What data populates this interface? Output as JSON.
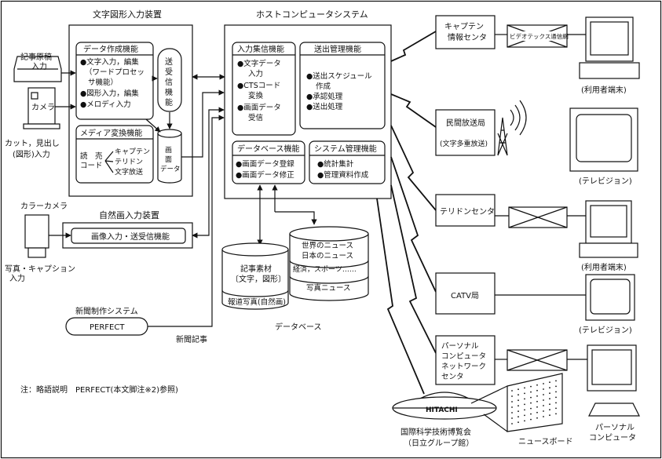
{
  "input_device": {
    "title": "文字図形入力装置",
    "data_creation": {
      "title": "データ作成機能",
      "items": [
        "●文字入力，編集",
        "（ワードプロセッ",
        "サ機能）",
        "●図形入力，編集",
        "●メロディ入力"
      ]
    },
    "media_conversion": {
      "title": "メディア変換機能",
      "reading_code": [
        "読　売",
        "コード"
      ],
      "targets": [
        "キャプテン",
        "テリドン",
        "文字放送"
      ]
    },
    "tx_rx_function": [
      "送",
      "受",
      "信",
      "機",
      "能"
    ],
    "screen_data": [
      "画",
      "面",
      "データ"
    ]
  },
  "inputs": {
    "manuscript": [
      "記事原稿",
      "入力"
    ],
    "camera": "カメラ",
    "cut_caption": [
      "カット，見出し",
      "(図形)入力"
    ],
    "color_camera": "カラーカメラ",
    "photo_caption": [
      "写真・キャプション",
      "入力"
    ]
  },
  "natural_image": {
    "title": "自然画入力装置",
    "function": "画像入力・送受信機能"
  },
  "newspaper": {
    "title": "新聞制作システム",
    "system": "PERFECT",
    "article": "新聞記事"
  },
  "host": {
    "title": "ホストコンピュータシステム",
    "collection": {
      "title": "入力集信機能",
      "items": [
        "●文字データ",
        "入力",
        "●CTSコード",
        "変換",
        "●画面データ",
        "受信"
      ]
    },
    "dispatch": {
      "title": "送出管理機能",
      "items": [
        "●送出スケジュール",
        "作成",
        "●承認処理",
        "●送出処理"
      ]
    },
    "database_fn": {
      "title": "データベース機能",
      "items": [
        "●画面データ登録",
        "●画面データ修正"
      ]
    },
    "system_mgmt": {
      "title": "システム管理機能",
      "items": [
        "●統計集計",
        "●管理資料作成"
      ]
    }
  },
  "database": {
    "label": "データベース",
    "db1": [
      "記事素材",
      "〔文字，図形〕",
      "報道写真(自然画)"
    ],
    "db2": [
      "世界のニュース",
      "日本のニュース",
      "経済，スポーツ……",
      "写真ニュース"
    ]
  },
  "outlets": {
    "captain": [
      "キャプテン",
      "情報センタ"
    ],
    "videotex": "ビデオテックス通信網",
    "user_terminal": "(利用者端末)",
    "broadcaster": [
      "民間放送局",
      "(文字多重放送)"
    ],
    "television": "(テレビジョン)",
    "telidon": "テリドンセンタ",
    "catv": "CATV局",
    "pc_network": [
      "パーソナル",
      "コンピュータ",
      "ネットワーク",
      "センタ"
    ],
    "personal_computer": [
      "パーソナル",
      "コンピュータ"
    ]
  },
  "expo": {
    "logo": "HITACHI",
    "name": [
      "国際科学技術博覧会",
      "（日立グループ館）"
    ],
    "news_board": "ニュースボード"
  },
  "note": "注：略語説明　PERFECT(本文脚注※2)参照)"
}
